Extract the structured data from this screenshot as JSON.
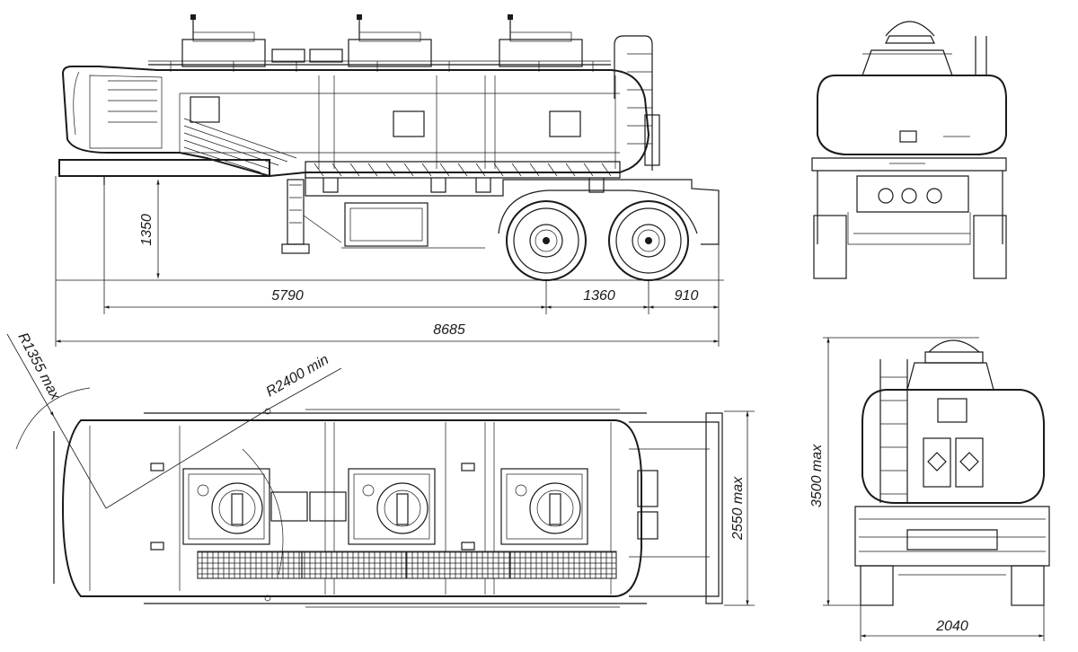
{
  "dimensions": {
    "height_1350": "1350",
    "length_5790": "5790",
    "length_1360": "1360",
    "length_910": "910",
    "length_8685": "8685",
    "radius_front": "R1355 max",
    "radius_turn": "R2400 min",
    "width_2550": "2550 max",
    "height_3500": "3500 max",
    "track_2040": "2040"
  }
}
